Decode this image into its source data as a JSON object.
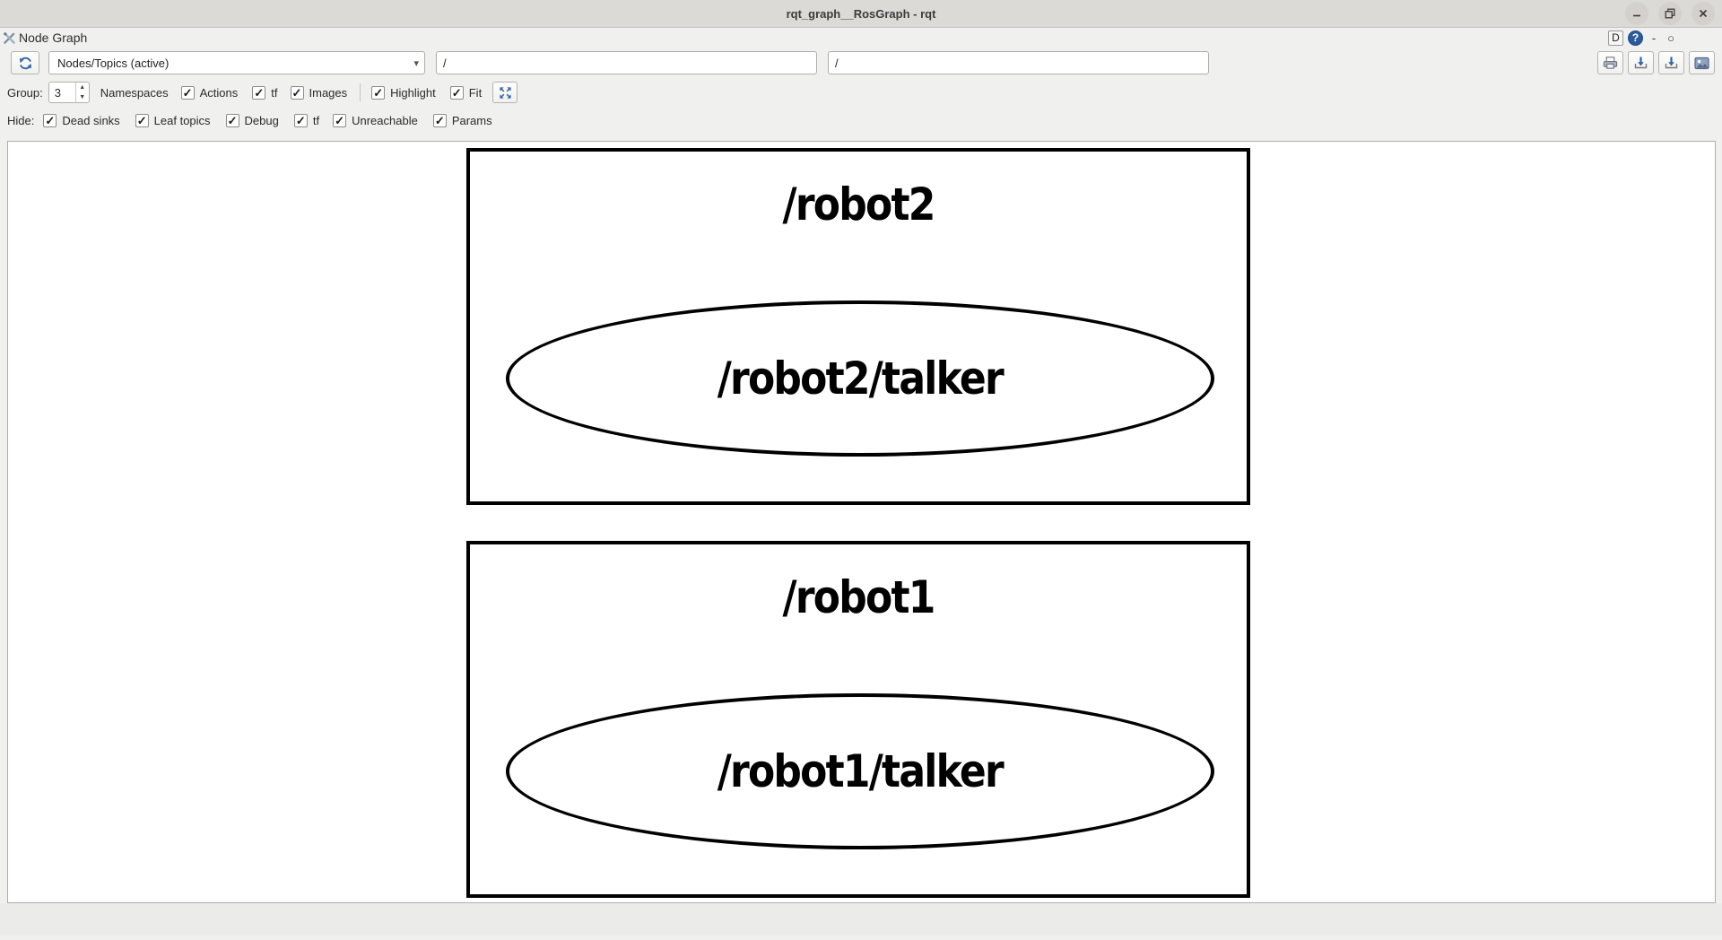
{
  "window": {
    "title": "rqt_graph__RosGraph - rqt"
  },
  "dock": {
    "title": "Node Graph",
    "d_button_label": "D",
    "help_glyph": "?",
    "minimize_glyph": "-",
    "float_glyph": "○"
  },
  "toolbar": {
    "refresh_icon": "refresh-graph",
    "view_mode": "Nodes/Topics (active)",
    "node_filter_value": "/",
    "topic_filter_value": "/",
    "actions": [
      {
        "name": "load-dot-graph"
      },
      {
        "name": "save-as-dot"
      },
      {
        "name": "save-as-svg"
      },
      {
        "name": "save-as-image"
      }
    ]
  },
  "options": {
    "group_label": "Group:",
    "group_value": "3",
    "namespaces_label": "Namespaces",
    "checkboxes": [
      {
        "label": "Actions",
        "checked": true
      },
      {
        "label": "tf",
        "checked": true
      },
      {
        "label": "Images",
        "checked": true
      },
      {
        "label": "Highlight",
        "checked": true
      },
      {
        "label": "Fit",
        "checked": true
      }
    ],
    "fit_button_icon": "fit-in-view"
  },
  "hide_row": {
    "label": "Hide:",
    "checkboxes": [
      {
        "label": "Dead sinks",
        "checked": true
      },
      {
        "label": "Leaf topics",
        "checked": true
      },
      {
        "label": "Debug",
        "checked": true
      },
      {
        "label": "tf",
        "checked": true
      },
      {
        "label": "Unreachable",
        "checked": true
      },
      {
        "label": "Params",
        "checked": true
      }
    ]
  },
  "graph": {
    "clusters": [
      {
        "label": "/robot2",
        "node": "/robot2/talker"
      },
      {
        "label": "/robot1",
        "node": "/robot1/talker"
      }
    ]
  },
  "colors": {
    "accent_blue": "#3465a4",
    "graph_stroke": "#000000",
    "canvas_bg": "#ffffff",
    "panel_bg": "#f0f0ef",
    "titlebar_bg": "#dcdad6"
  }
}
